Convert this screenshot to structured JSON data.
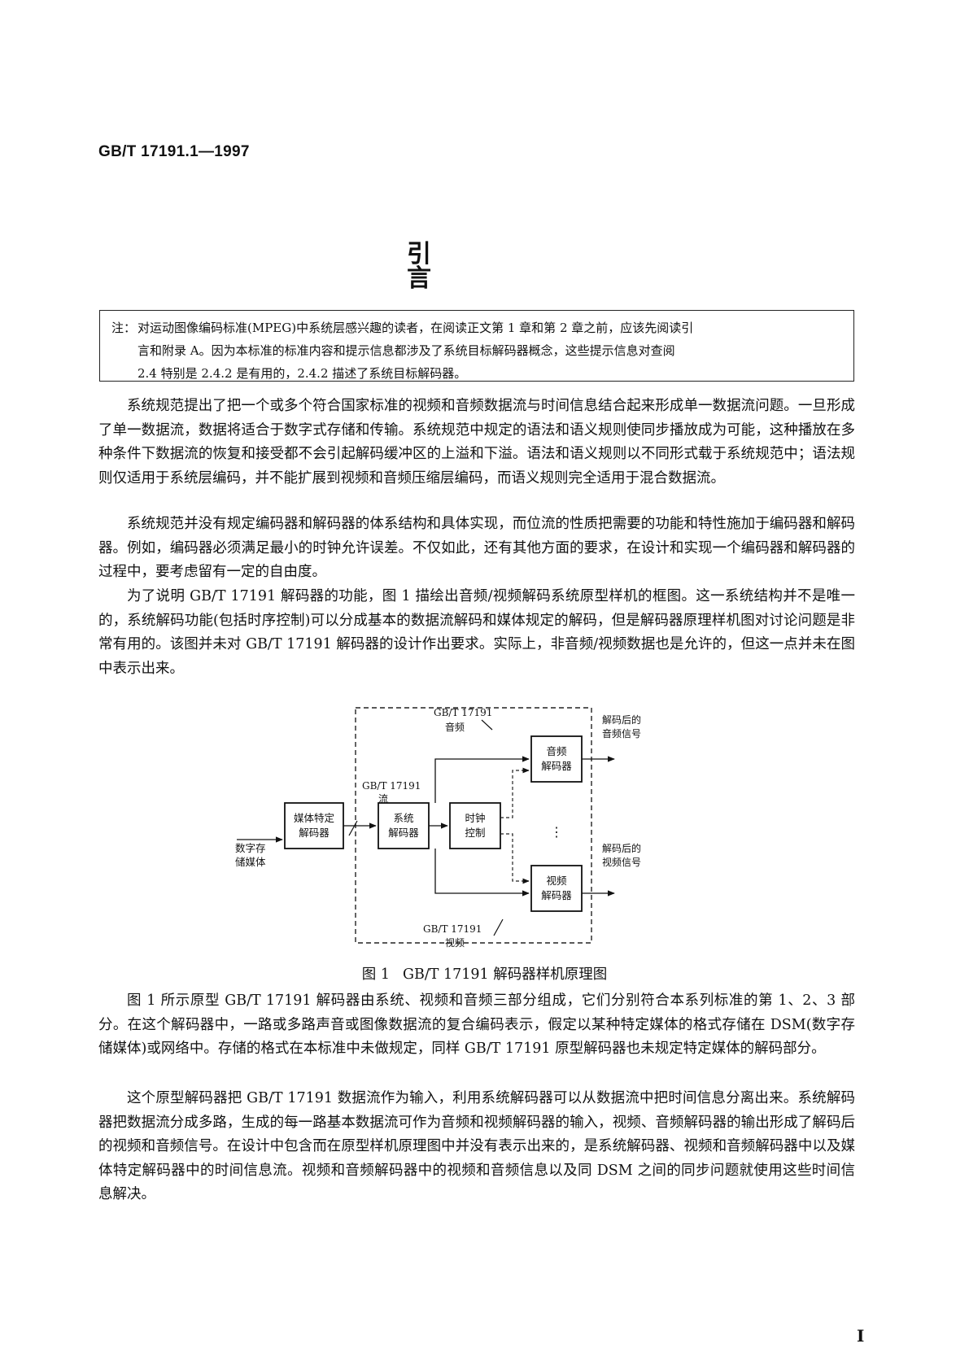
{
  "header": {
    "standard_number": "GB/T 17191.1—1997"
  },
  "title": "引　言",
  "note": {
    "label": "注：",
    "lines": [
      "对运动图像编码标准(MPEG)中系统层感兴趣的读者，在阅读正文第 1 章和第 2 章之前，应该先阅读引",
      "言和附录 A。因为本标准的标准内容和提示信息都涉及了系统目标解码器概念，这些提示信息对查阅",
      "2.4 特别是 2.4.2 是有用的，2.4.2 描述了系统目标解码器。"
    ]
  },
  "paragraphs": [
    "系统规范提出了把一个或多个符合国家标准的视频和音频数据流与时间信息结合起来形成单一数据流问题。一旦形成了单一数据流，数据将适合于数字式存储和传输。系统规范中规定的语法和语义规则使同步播放成为可能，这种播放在多种条件下数据流的恢复和接受都不会引起解码缓冲区的上溢和下溢。语法和语义规则以不同形式载于系统规范中；语法规则仅适用于系统层编码，并不能扩展到视频和音频压缩层编码，而语义规则完全适用于混合数据流。",
    "系统规范并没有规定编码器和解码器的体系结构和具体实现，而位流的性质把需要的功能和特性施加于编码器和解码器。例如，编码器必须满足最小的时钟允许误差。不仅如此，还有其他方面的要求，在设计和实现一个编码器和解码器的过程中，要考虑留有一定的自由度。",
    "为了说明 GB/T 17191 解码器的功能，图 1 描绘出音频/视频解码系统原型样机的框图。这一系统结构并不是唯一的，系统解码功能(包括时序控制)可以分成基本的数据流解码和媒体规定的解码，但是解码器原理样机图对讨论问题是非常有用的。该图并未对 GB/T 17191 解码器的设计作出要求。实际上，非音频/视频数据也是允许的，但这一点并未在图中表示出来。",
    "图 1 所示原型 GB/T 17191 解码器由系统、视频和音频三部分组成，它们分别符合本系列标准的第 1、2、3 部分。在这个解码器中，一路或多路声音或图像数据流的复合编码表示，假定以某种特定媒体的格式存储在 DSM(数字存储媒体)或网络中。存储的格式在本标准中未做规定，同样 GB/T 17191 原型解码器也未规定特定媒体的解码部分。",
    "这个原型解码器把 GB/T 17191 数据流作为输入，利用系统解码器可以从数据流中把时间信息分离出来。系统解码器把数据流分成多路，生成的每一路基本数据流可作为音频和视频解码器的输入，视频、音频解码器的输出形成了解码后的视频和音频信号。在设计中包含而在原型样机原理图中并没有表示出来的，是系统解码器、视频和音频解码器中以及媒体特定解码器中的时间信息流。视频和音频解码器中的视频和音频信息以及同 DSM 之间的同步问题就使用这些时间信息解决。"
  ],
  "figure": {
    "caption_number": "图 1",
    "caption_text": "GB/T 17191 解码器样机原理图",
    "storage_label_1": "数字存",
    "storage_label_2": "储媒体",
    "media_decoder_1": "媒体特定",
    "media_decoder_2": "解码器",
    "stream_label_1": "GB/T 17191",
    "stream_label_2": "流",
    "system_decoder_1": "系统",
    "system_decoder_2": "解码器",
    "clock_1": "时钟",
    "clock_2": "控制",
    "audio_stream_1": "GB/T 17191",
    "audio_stream_2": "音频",
    "video_stream_1": "GB/T 17191",
    "video_stream_2": "视频",
    "audio_decoder_1": "音频",
    "audio_decoder_2": "解码器",
    "video_decoder_1": "视频",
    "video_decoder_2": "解码器",
    "audio_out_1": "解码后的",
    "audio_out_2": "音频信号",
    "video_out_1": "解码后的",
    "video_out_2": "视频信号",
    "ellipsis": "⋮"
  },
  "page_marker": "I"
}
